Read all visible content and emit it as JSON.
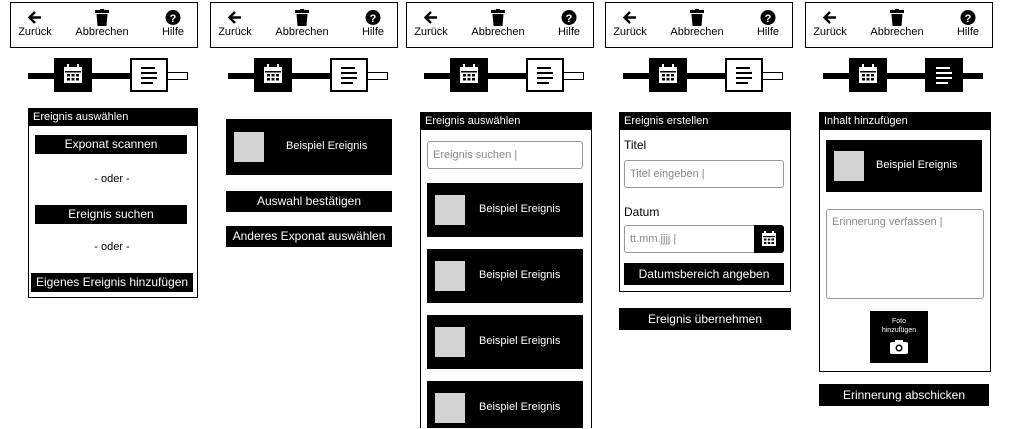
{
  "toolbar": {
    "back_label": "Zurück",
    "cancel_label": "Abbrechen",
    "help_label": "Hilfe"
  },
  "icons": {
    "back": "arrow-left-icon",
    "cancel": "trash-icon",
    "help": "question-circle-icon",
    "step1": "calendar-icon",
    "step2": "document-lines-icon",
    "camera": "camera-icon"
  },
  "colors": {
    "primary": "#000000",
    "background": "#ffffff",
    "thumb": "#d3d3d3",
    "placeholder": "#888888"
  },
  "progress": [
    {
      "step": 1,
      "level": 0.5
    },
    {
      "step": 1,
      "level": 0.5
    },
    {
      "step": 1,
      "level": 0.5
    },
    {
      "step": 1,
      "level": 0.5
    },
    {
      "step": 2,
      "level": 1.0
    }
  ],
  "screen1": {
    "header": "Ereignis auswählen",
    "scan_button": "Exponat scannen",
    "or1": "- oder -",
    "search_button": "Ereignis suchen",
    "or2": "- oder -",
    "own_button": "Eigenes Ereignis hinzufügen"
  },
  "screen2": {
    "card_label": "Beispiel Ereignis",
    "confirm_button": "Auswahl bestätigen",
    "other_button": "Anderes Exponat auswählen"
  },
  "screen3": {
    "header": "Ereignis auswählen",
    "search_placeholder": "Ereignis suchen |",
    "items": [
      "Beispiel Ereignis",
      "Beispiel Ereignis",
      "Beispiel Ereignis",
      "Beispiel Ereignis"
    ]
  },
  "screen4": {
    "header": "Ereignis erstellen",
    "title_label": "Titel",
    "title_placeholder": "Titel eingeben |",
    "date_label": "Datum",
    "date_placeholder": "tt.mm.jjjj |",
    "range_button": "Datumsbereich angeben",
    "apply_button": "Ereignis übernehmen"
  },
  "screen5": {
    "header": "Inhalt hinzufügen",
    "card_label": "Beispiel Ereignis",
    "memory_placeholder": "Erinnerung verfassen |",
    "photo_line1": "Foto",
    "photo_line2": "hinzufügen",
    "send_button": "Erinnerung abschicken"
  }
}
